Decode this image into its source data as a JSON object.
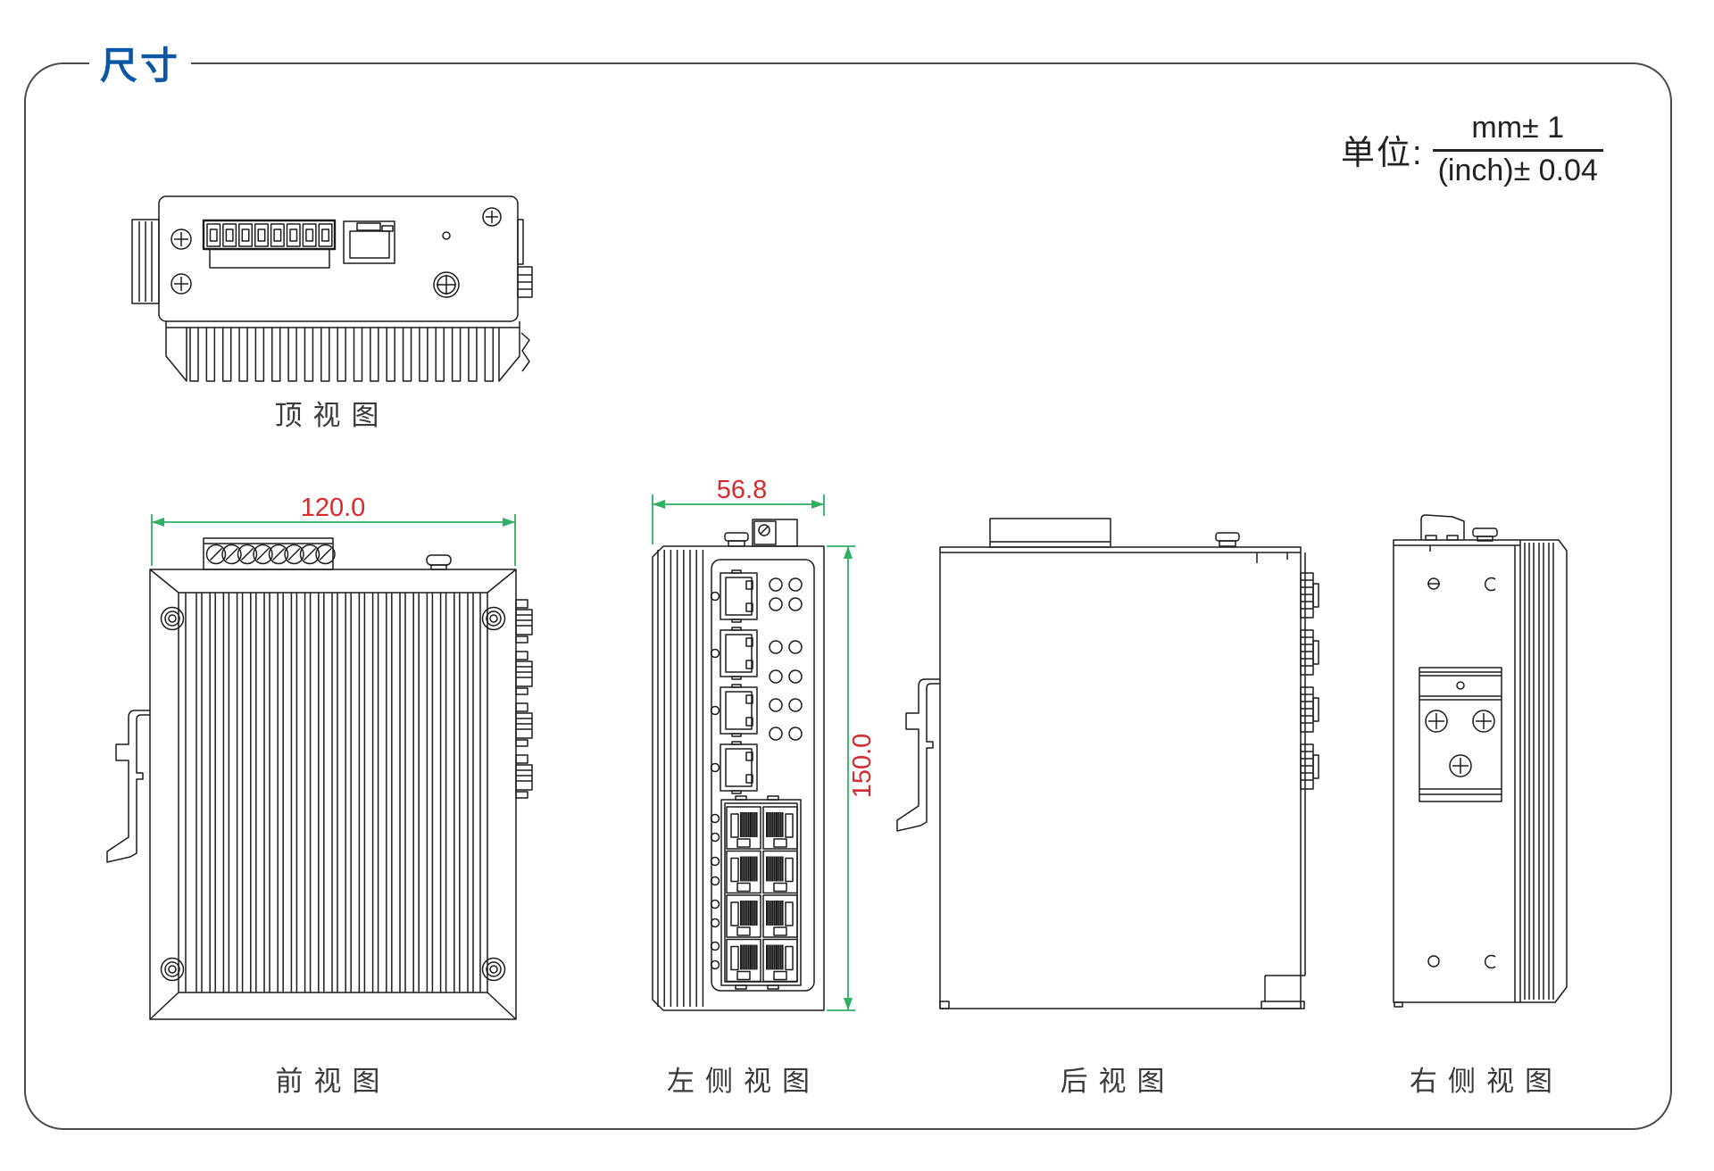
{
  "page": {
    "title": "尺寸"
  },
  "units_note": {
    "prefix": "单位:",
    "numerator": "mm± 1",
    "denominator": "(inch)± 0.04"
  },
  "views": {
    "top": {
      "label": "顶视图"
    },
    "front": {
      "label": "前视图",
      "width_dim": "120.0"
    },
    "left": {
      "label": "左侧视图",
      "width_dim": "56.8",
      "height_dim": "150.0"
    },
    "rear": {
      "label": "后视图"
    },
    "right": {
      "label": "右侧视图"
    }
  },
  "colors": {
    "title_blue": "#0c57a5",
    "dimension_text_red": "#d42b2e",
    "dimension_line_green": "#2eaf62",
    "line_art": "#1c1c1c"
  }
}
